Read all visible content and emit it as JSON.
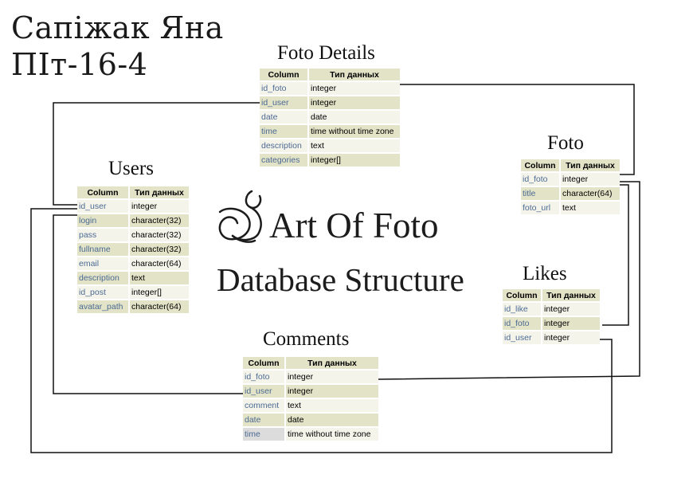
{
  "author": {
    "name": "Сапіжак Яна",
    "group": "ПІт-16-4"
  },
  "brand": {
    "name": "Art Of Foto",
    "subtitle": "Database Structure"
  },
  "header": {
    "column": "Column",
    "type": "Тип данных"
  },
  "tables": {
    "foto_details": {
      "title": "Foto Details",
      "rows": [
        {
          "col": "id_foto",
          "type": "integer"
        },
        {
          "col": "id_user",
          "type": "integer"
        },
        {
          "col": "date",
          "type": "date"
        },
        {
          "col": "time",
          "type": "time without time zone"
        },
        {
          "col": "description",
          "type": "text"
        },
        {
          "col": "categories",
          "type": "integer[]"
        }
      ]
    },
    "users": {
      "title": "Users",
      "rows": [
        {
          "col": "id_user",
          "type": "integer"
        },
        {
          "col": "login",
          "type": "character(32)"
        },
        {
          "col": "pass",
          "type": "character(32)"
        },
        {
          "col": "fullname",
          "type": "character(32)"
        },
        {
          "col": "email",
          "type": "character(64)"
        },
        {
          "col": "description",
          "type": "text"
        },
        {
          "col": "id_post",
          "type": "integer[]"
        },
        {
          "col": "avatar_path",
          "type": "character(64)"
        }
      ]
    },
    "foto": {
      "title": "Foto",
      "rows": [
        {
          "col": "id_foto",
          "type": "integer"
        },
        {
          "col": "title",
          "type": "character(64)"
        },
        {
          "col": "foto_url",
          "type": "text"
        }
      ]
    },
    "likes": {
      "title": "Likes",
      "rows": [
        {
          "col": "id_like",
          "type": "integer"
        },
        {
          "col": "id_foto",
          "type": "integer"
        },
        {
          "col": "id_user",
          "type": "integer"
        }
      ]
    },
    "comments": {
      "title": "Comments",
      "rows": [
        {
          "col": "id_foto",
          "type": "integer"
        },
        {
          "col": "id_user",
          "type": "integer"
        },
        {
          "col": "comment",
          "type": "text"
        },
        {
          "col": "date",
          "type": "date"
        },
        {
          "col": "time",
          "type": "time without time zone"
        }
      ]
    }
  },
  "colors": {
    "header_bg": "#e2e3c7",
    "row_light": "#f4f4ea",
    "row_dark": "#e2e3c7",
    "column_text": "#4c6a94",
    "line": "#111111"
  }
}
